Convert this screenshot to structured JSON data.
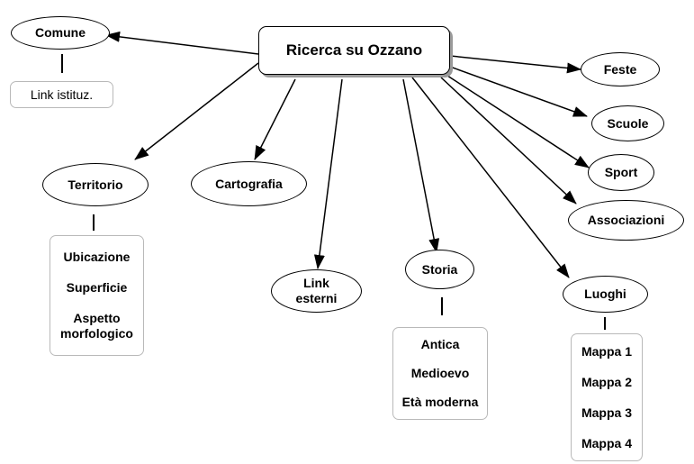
{
  "root": {
    "label": "Ricerca su Ozzano"
  },
  "nodes": {
    "comune": "Comune",
    "link_istituz": "Link istituz.",
    "territorio": "Territorio",
    "cartografia": "Cartografia",
    "link_esterni_1": "Link",
    "link_esterni_2": "esterni",
    "storia": "Storia",
    "luoghi": "Luoghi",
    "feste": "Feste",
    "scuole": "Scuole",
    "sport": "Sport",
    "associazioni": "Associazioni"
  },
  "territorio_items": [
    "Ubicazione",
    "Superficie",
    "Aspetto",
    "morfologico"
  ],
  "storia_items": [
    "Antica",
    "Medioevo",
    "Età moderna"
  ],
  "luoghi_items": [
    "Mappa 1",
    "Mappa 2",
    "Mappa 3",
    "Mappa 4"
  ]
}
